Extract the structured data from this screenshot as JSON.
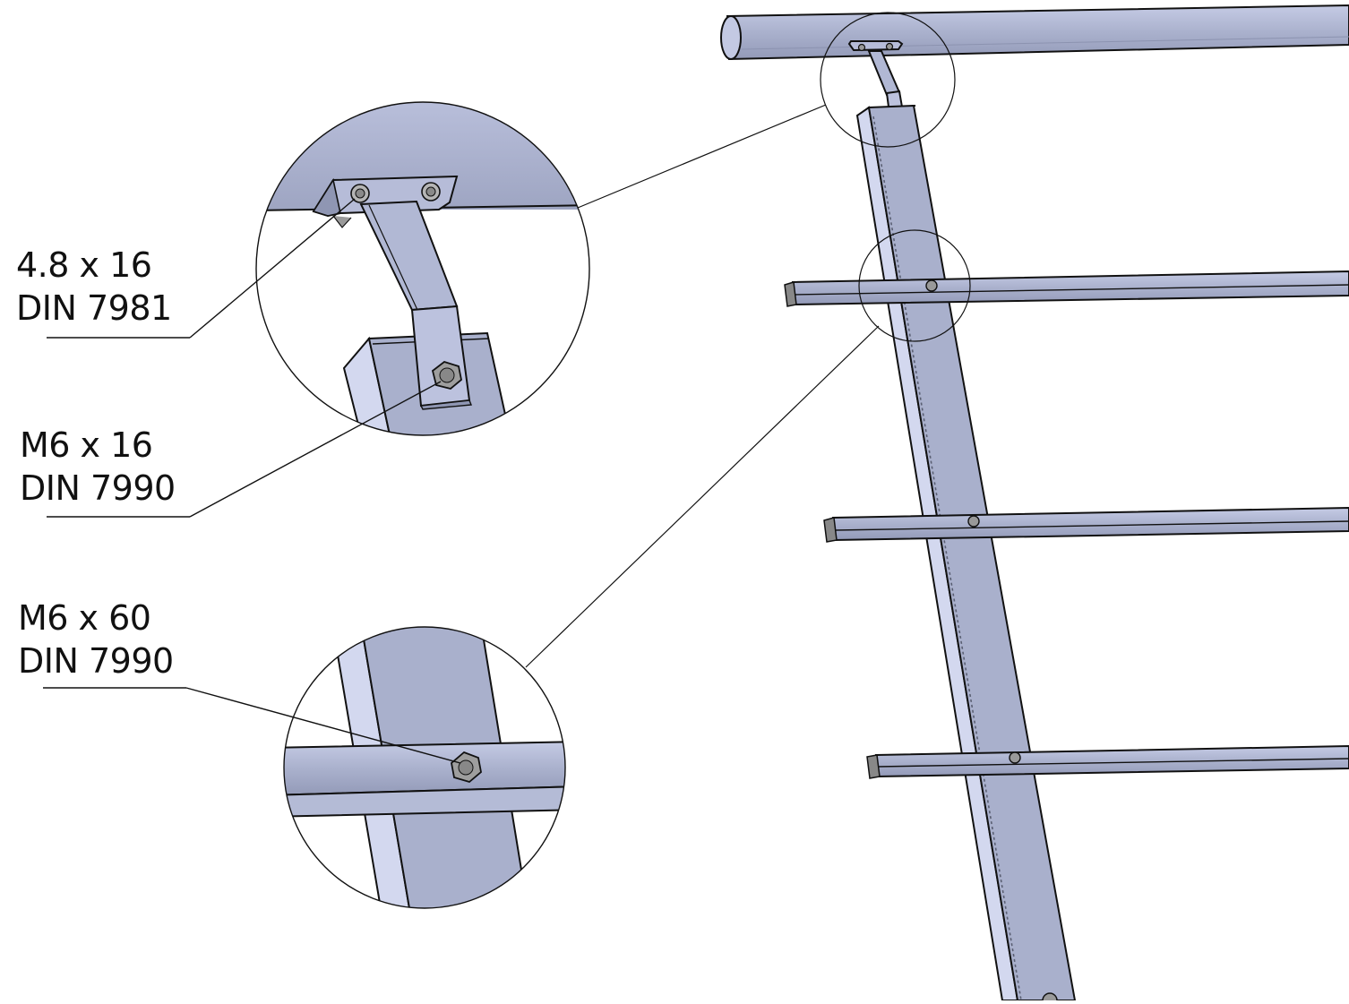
{
  "callouts": [
    {
      "size": "4.8 x 16",
      "standard": "DIN 7981"
    },
    {
      "size": "M6 x 16",
      "standard": "DIN 7990"
    },
    {
      "size": "M6 x 60",
      "standard": "DIN 7990"
    }
  ],
  "colors": {
    "metal": "#a9b0cc",
    "metal_light": "#cdd2ea",
    "metal_highlight": "#dfe3f7",
    "outline": "#111111",
    "bolt": "#8f8f8f",
    "background": "#ffffff"
  }
}
